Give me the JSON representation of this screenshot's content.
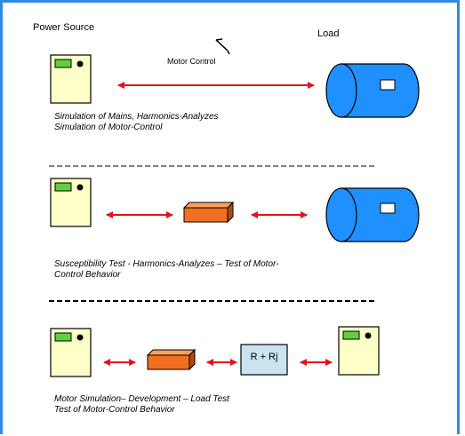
{
  "headers": {
    "source": "Power Source",
    "load": "Load"
  },
  "row1": {
    "arrow_label": "Motor Control",
    "caption_line1": "Simulation of Mains, Harmonics-Analyzes",
    "caption_line2": "Simulation of Motor-Control"
  },
  "row2": {
    "caption_line1": "Susceptibility Test - Harmonics-Analyzes – Test of Motor-",
    "caption_line2": "Control Behavior"
  },
  "row3": {
    "impedance_label": "R + Rj",
    "caption_line1": "Motor Simulation– Development – Load Test",
    "caption_line2": "Test of Motor-Control Behavior"
  },
  "colors": {
    "frame": "#2E8BE0",
    "arrow": "#E8101A",
    "source_body": "#FFFFC8",
    "source_screen": "#60D040",
    "motor": "#1E90FF",
    "block": "#F07020",
    "rbox": "#C8E4F0"
  }
}
